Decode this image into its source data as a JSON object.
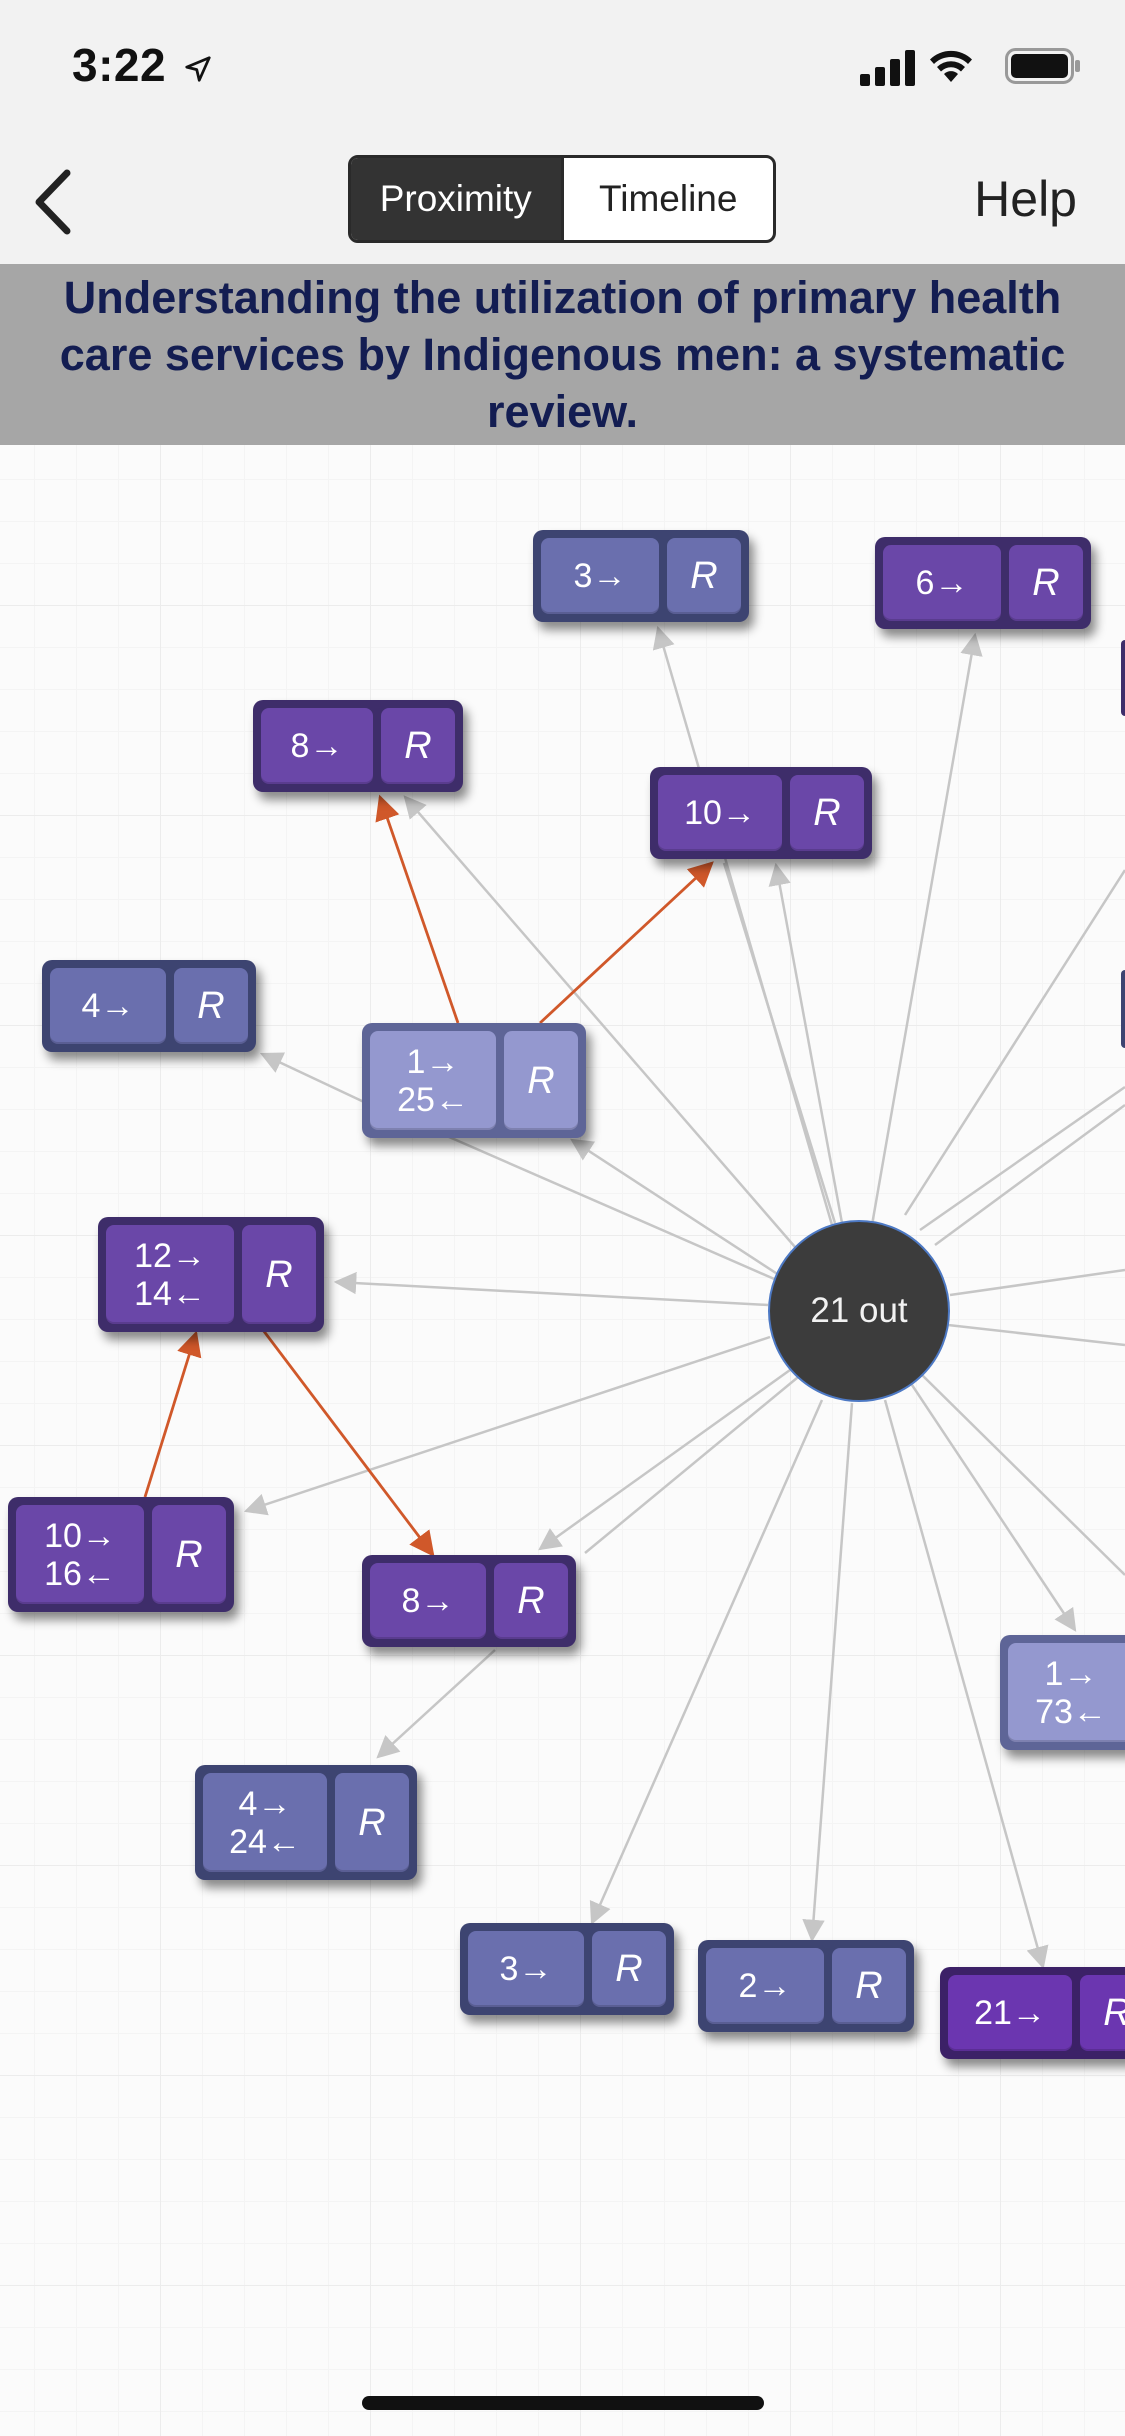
{
  "status": {
    "time": "3:22"
  },
  "nav": {
    "segments": [
      {
        "label": "Proximity",
        "active": true
      },
      {
        "label": "Timeline",
        "active": false
      }
    ],
    "help_label": "Help"
  },
  "paper_title": "Understanding the utilization of primary health care services by Indigenous men: a systematic review.",
  "hub": {
    "label": "21 out"
  },
  "ref_label": "R",
  "nodes": [
    {
      "id": "n1",
      "line1": "3→",
      "line2": ""
    },
    {
      "id": "n2",
      "line1": "6→",
      "line2": ""
    },
    {
      "id": "n3",
      "line1": "8→",
      "line2": ""
    },
    {
      "id": "n4",
      "line1": "10→",
      "line2": ""
    },
    {
      "id": "n5",
      "line1": "4→",
      "line2": ""
    },
    {
      "id": "n6",
      "line1": "1→",
      "line2": "25←"
    },
    {
      "id": "n7",
      "line1": "12→",
      "line2": "14←"
    },
    {
      "id": "n8",
      "line1": "10→",
      "line2": "16←"
    },
    {
      "id": "n9",
      "line1": "8→",
      "line2": ""
    },
    {
      "id": "n10",
      "line1": "1→",
      "line2": "73←"
    },
    {
      "id": "n11",
      "line1": "4→",
      "line2": "24←"
    },
    {
      "id": "n12",
      "line1": "3→",
      "line2": ""
    },
    {
      "id": "n13",
      "line1": "2→",
      "line2": ""
    },
    {
      "id": "n14",
      "line1": "21→",
      "line2": ""
    }
  ],
  "colors": {
    "edge_gray": "#c6c6c6",
    "edge_highlight": "#d0582a",
    "title_text": "#131d52",
    "title_bg": "#a6a6a6",
    "hub_bg": "#3c3c3c"
  }
}
